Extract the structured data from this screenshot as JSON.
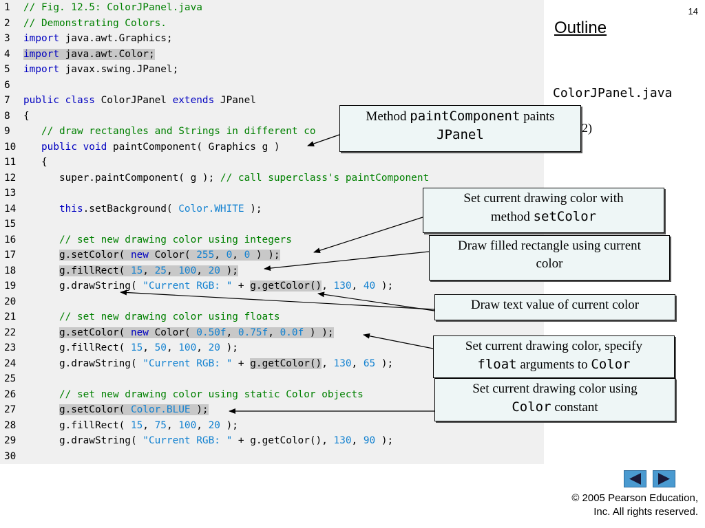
{
  "page_number": "14",
  "outline_label": "Outline",
  "file_name": "ColorJPanel.java",
  "page_note": "2)",
  "code_lines": [
    {
      "n": "1",
      "segments": [
        {
          "t": "// Fig. 12.5: ColorJPanel.java",
          "c": "comment"
        }
      ]
    },
    {
      "n": "2",
      "segments": [
        {
          "t": "// Demonstrating Colors.",
          "c": "comment"
        }
      ]
    },
    {
      "n": "3",
      "segments": [
        {
          "t": "import",
          "c": "kw"
        },
        {
          "t": " java.awt.Graphics;",
          "c": ""
        }
      ]
    },
    {
      "n": "4",
      "segments": [
        {
          "t": "import",
          "c": "kw hl"
        },
        {
          "t": " java.awt.Color;",
          "c": "hl"
        }
      ]
    },
    {
      "n": "5",
      "segments": [
        {
          "t": "import",
          "c": "kw"
        },
        {
          "t": " javax.swing.JPanel;",
          "c": ""
        }
      ]
    },
    {
      "n": "6",
      "segments": []
    },
    {
      "n": "7",
      "segments": [
        {
          "t": "public class",
          "c": "kw"
        },
        {
          "t": " ColorJPanel ",
          "c": ""
        },
        {
          "t": "extends",
          "c": "kw"
        },
        {
          "t": " JPanel",
          "c": ""
        }
      ]
    },
    {
      "n": "8",
      "segments": [
        {
          "t": "{",
          "c": ""
        }
      ]
    },
    {
      "n": "9",
      "segments": [
        {
          "t": "   // draw rectangles and Strings in different co",
          "c": "comment"
        }
      ]
    },
    {
      "n": "10",
      "segments": [
        {
          "t": "   ",
          "c": ""
        },
        {
          "t": "public void",
          "c": "kw"
        },
        {
          "t": " paintComponent( Graphics g )",
          "c": ""
        }
      ]
    },
    {
      "n": "11",
      "segments": [
        {
          "t": "   {",
          "c": ""
        }
      ]
    },
    {
      "n": "12",
      "segments": [
        {
          "t": "      super.paintComponent( g ); ",
          "c": ""
        },
        {
          "t": "// call superclass's paintComponent",
          "c": "comment"
        }
      ]
    },
    {
      "n": "13",
      "segments": []
    },
    {
      "n": "14",
      "segments": [
        {
          "t": "      ",
          "c": ""
        },
        {
          "t": "this",
          "c": "kw"
        },
        {
          "t": ".setBackground( ",
          "c": ""
        },
        {
          "t": "Color.WHITE",
          "c": "str"
        },
        {
          "t": " );",
          "c": ""
        }
      ]
    },
    {
      "n": "15",
      "segments": []
    },
    {
      "n": "16",
      "segments": [
        {
          "t": "      // set new drawing color using integers",
          "c": "comment"
        }
      ]
    },
    {
      "n": "17",
      "segments": [
        {
          "t": "      ",
          "c": ""
        },
        {
          "t": "g.setColor( ",
          "c": "hl"
        },
        {
          "t": "new",
          "c": "kw hl"
        },
        {
          "t": " Color( ",
          "c": "hl"
        },
        {
          "t": "255",
          "c": "num hl"
        },
        {
          "t": ", ",
          "c": "hl"
        },
        {
          "t": "0",
          "c": "num hl"
        },
        {
          "t": ", ",
          "c": "hl"
        },
        {
          "t": "0",
          "c": "num hl"
        },
        {
          "t": " ) );",
          "c": "hl"
        }
      ]
    },
    {
      "n": "18",
      "segments": [
        {
          "t": "      ",
          "c": ""
        },
        {
          "t": "g.fillRect( ",
          "c": "hl"
        },
        {
          "t": "15",
          "c": "num hl"
        },
        {
          "t": ", ",
          "c": "hl"
        },
        {
          "t": "25",
          "c": "num hl"
        },
        {
          "t": ", ",
          "c": "hl"
        },
        {
          "t": "100",
          "c": "num hl"
        },
        {
          "t": ", ",
          "c": "hl"
        },
        {
          "t": "20",
          "c": "num hl"
        },
        {
          "t": " );",
          "c": "hl"
        }
      ]
    },
    {
      "n": "19",
      "segments": [
        {
          "t": "      g.drawString( ",
          "c": ""
        },
        {
          "t": "\"Current RGB: \"",
          "c": "str"
        },
        {
          "t": " + ",
          "c": ""
        },
        {
          "t": "g.getColor()",
          "c": "hl"
        },
        {
          "t": ", ",
          "c": ""
        },
        {
          "t": "130",
          "c": "num"
        },
        {
          "t": ", ",
          "c": ""
        },
        {
          "t": "40",
          "c": "num"
        },
        {
          "t": " );",
          "c": ""
        }
      ]
    },
    {
      "n": "20",
      "segments": []
    },
    {
      "n": "21",
      "segments": [
        {
          "t": "      // set new drawing color using floats",
          "c": "comment"
        }
      ]
    },
    {
      "n": "22",
      "segments": [
        {
          "t": "      ",
          "c": ""
        },
        {
          "t": "g.setColor( ",
          "c": "hl"
        },
        {
          "t": "new",
          "c": "kw hl"
        },
        {
          "t": " Color( ",
          "c": "hl"
        },
        {
          "t": "0.50f",
          "c": "num hl"
        },
        {
          "t": ", ",
          "c": "hl"
        },
        {
          "t": "0.75f",
          "c": "num hl"
        },
        {
          "t": ", ",
          "c": "hl"
        },
        {
          "t": "0.0f",
          "c": "num hl"
        },
        {
          "t": " ) );",
          "c": "hl"
        }
      ]
    },
    {
      "n": "23",
      "segments": [
        {
          "t": "      g.fillRect( ",
          "c": ""
        },
        {
          "t": "15",
          "c": "num"
        },
        {
          "t": ", ",
          "c": ""
        },
        {
          "t": "50",
          "c": "num"
        },
        {
          "t": ", ",
          "c": ""
        },
        {
          "t": "100",
          "c": "num"
        },
        {
          "t": ", ",
          "c": ""
        },
        {
          "t": "20",
          "c": "num"
        },
        {
          "t": " );",
          "c": ""
        }
      ]
    },
    {
      "n": "24",
      "segments": [
        {
          "t": "      g.drawString( ",
          "c": ""
        },
        {
          "t": "\"Current RGB: \"",
          "c": "str"
        },
        {
          "t": " + ",
          "c": ""
        },
        {
          "t": "g.getColor()",
          "c": "hl"
        },
        {
          "t": ", ",
          "c": ""
        },
        {
          "t": "130",
          "c": "num"
        },
        {
          "t": ", ",
          "c": ""
        },
        {
          "t": "65",
          "c": "num"
        },
        {
          "t": " );",
          "c": ""
        }
      ]
    },
    {
      "n": "25",
      "segments": []
    },
    {
      "n": "26",
      "segments": [
        {
          "t": "      // set new drawing color using static Color objects",
          "c": "comment"
        }
      ]
    },
    {
      "n": "27",
      "segments": [
        {
          "t": "      ",
          "c": ""
        },
        {
          "t": "g.setColor( ",
          "c": "hl"
        },
        {
          "t": "Color.BLUE",
          "c": "str hl"
        },
        {
          "t": " );",
          "c": "hl"
        }
      ]
    },
    {
      "n": "28",
      "segments": [
        {
          "t": "      g.fillRect( ",
          "c": ""
        },
        {
          "t": "15",
          "c": "num"
        },
        {
          "t": ", ",
          "c": ""
        },
        {
          "t": "75",
          "c": "num"
        },
        {
          "t": ", ",
          "c": ""
        },
        {
          "t": "100",
          "c": "num"
        },
        {
          "t": ", ",
          "c": ""
        },
        {
          "t": "20",
          "c": "num"
        },
        {
          "t": " );",
          "c": ""
        }
      ]
    },
    {
      "n": "29",
      "segments": [
        {
          "t": "      g.drawString( ",
          "c": ""
        },
        {
          "t": "\"Current RGB: \"",
          "c": "str"
        },
        {
          "t": " + g.getColor(), ",
          "c": ""
        },
        {
          "t": "130",
          "c": "num"
        },
        {
          "t": ", ",
          "c": ""
        },
        {
          "t": "90",
          "c": "num"
        },
        {
          "t": " );",
          "c": ""
        }
      ]
    },
    {
      "n": "30",
      "segments": []
    }
  ],
  "callouts": {
    "paint": {
      "pre": "Method ",
      "code": "paintComponent",
      "post": " paints",
      "line2_code": "JPanel"
    },
    "setcolor": {
      "line1": "Set current drawing color with",
      "pre": "method ",
      "code": "setColor"
    },
    "fillrect": {
      "line1": "Draw filled rectangle using current",
      "line2": "color"
    },
    "drawtext": {
      "line1": "Draw text value of current color"
    },
    "floatcolor": {
      "line1": "Set current drawing color, specify",
      "code": "float",
      "mid": " arguments to ",
      "code2": "Color"
    },
    "constant": {
      "line1": "Set current drawing color using",
      "code": "Color",
      "post": " constant"
    }
  },
  "nav": {
    "prev_icon": "triangle-left-icon",
    "next_icon": "triangle-right-icon"
  },
  "copyright": {
    "line1": "© 2005 Pearson Education,",
    "line2": "Inc.  All rights reserved."
  },
  "colors": {
    "code_bg": "#f0f0f0",
    "comment": "#008000",
    "keyword": "#0000c0",
    "literal": "#1080d0",
    "highlight": "#c8c8c8",
    "callout_bg": "#eef6f6",
    "nav_button": "#4a9ad0"
  }
}
